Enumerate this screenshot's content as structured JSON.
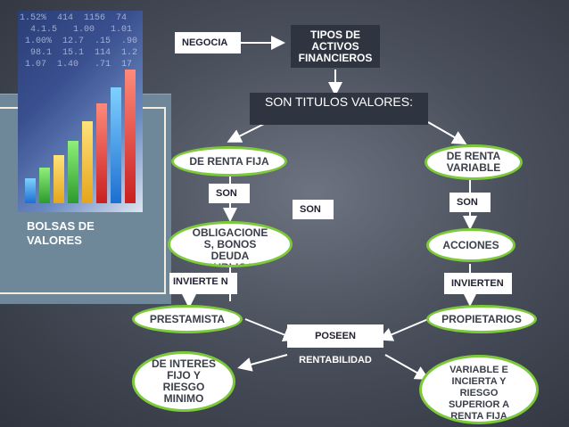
{
  "card": {
    "title": "BOLSAS DE VALORES",
    "photo_numbers": "1.52%  414  1156  74\n  4.1.5   1.00   1.01\n 1.00%  12.7  .15  .90\n  98.1  15.1  114  1.2\n 1.07  1.40   .71  17"
  },
  "nodes": {
    "tipos": "TIPOS DE ACTIVOS FINANCIEROS",
    "negocia": "NEGOCIA",
    "son_titulos": "SON TITULOS VALORES:",
    "renta_fija": "DE RENTA FIJA",
    "renta_variable": "DE RENTA VARIABLE",
    "son_left": "SON",
    "son_middle": "SON",
    "son_right": "SON",
    "obligaciones": "OBLIGACIONE S, BONOS DEUDA PUBLICA",
    "acciones": "ACCIONES",
    "invierten_left": "INVIERTE N",
    "invierten_right": "INVIERTEN",
    "prestamista": "PRESTAMISTA",
    "propietarios": "PROPIETARIOS",
    "poseen": "POSEEN",
    "rentabilidad": "RENTABILIDAD",
    "interes_fijo": "DE INTERES FIJO Y RIESGO MINIMO",
    "variable_incierta": "VARIABLE E INCIERTA Y RIESGO SUPERIOR A RENTA FIJA"
  },
  "colors": {
    "ellipse_border": "#7cc93a",
    "arrow": "#ffffff",
    "card": "#6e8799"
  }
}
